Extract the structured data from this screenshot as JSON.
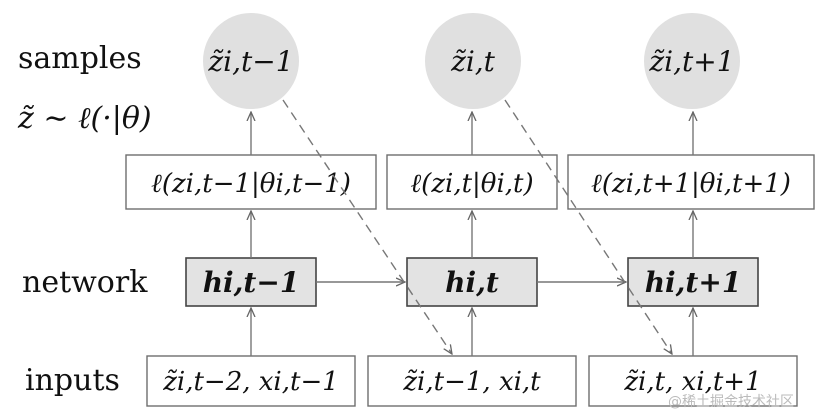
{
  "row_labels": {
    "samples": "samples",
    "sample_dist": "z̃ ∼ ℓ(·|θ)",
    "network": "network",
    "inputs": "inputs"
  },
  "columns": [
    {
      "sample": "z̃i,t−1",
      "likelihood": "ℓ(zi,t−1|θi,t−1)",
      "hidden": "hi,t−1",
      "input": "z̃i,t−2, xi,t−1"
    },
    {
      "sample": "z̃i,t",
      "likelihood": "ℓ(zi,t|θi,t)",
      "hidden": "hi,t",
      "input": "z̃i,t−1, xi,t"
    },
    {
      "sample": "z̃i,t+1",
      "likelihood": "ℓ(zi,t+1|θi,t+1)",
      "hidden": "hi,t+1",
      "input": "z̃i,t, xi,t+1"
    }
  ],
  "watermark": "@稀土掘金技术社区"
}
